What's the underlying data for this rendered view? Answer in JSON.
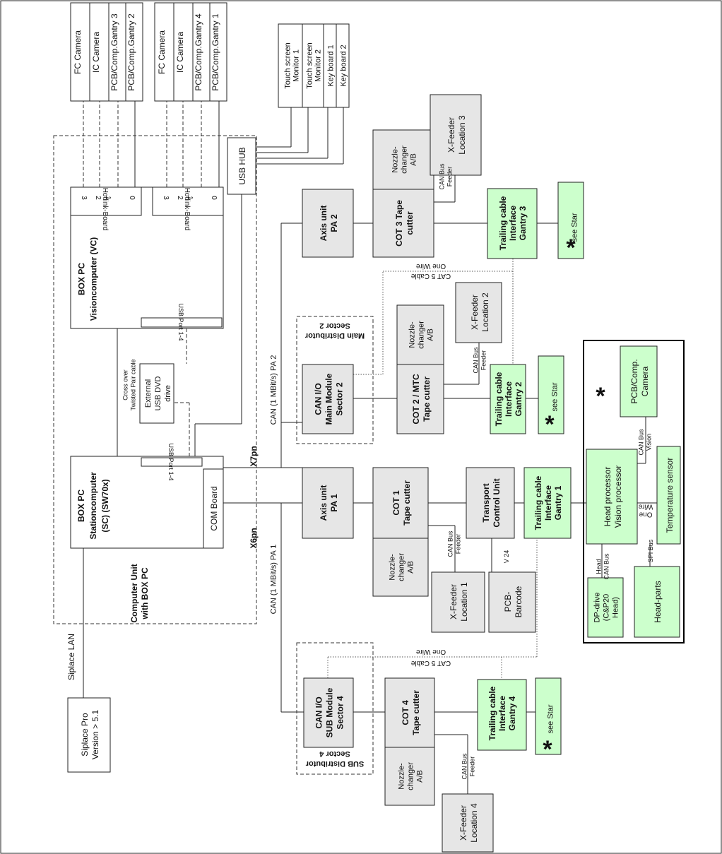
{
  "siplace_pro": [
    "Siplace Pro",
    "Version > 5.1"
  ],
  "siplace_lan": "Siplace LAN",
  "computer_unit": [
    "Computer Unit",
    "with BOX PC"
  ],
  "box_pc_sc": [
    "BOX PC",
    "Stationcomputer",
    "(SC) (SW70x)"
  ],
  "com_board": "COM Board",
  "usb_port": "USB Port 1-4",
  "box_pc_vc": [
    "BOX PC",
    "Visioncomputer (VC)"
  ],
  "hotlink_board": "Hotlink-Board",
  "hotlink_ports_top": [
    "3",
    "2",
    "1"
  ],
  "hotlink_ports_bottom": "0",
  "cameras_g3": [
    "FC Camera",
    "IC Camera",
    "PCB/Comp.Gantry 3",
    "PCB/Comp.Gantry 2"
  ],
  "cameras_g4": [
    "FC Camera",
    "IC Camera",
    "PCB/Comp.Gantry 4",
    "PCB/Comp.Gantry 1"
  ],
  "usb_hub": "USB HUB",
  "monitors": [
    "Touch screen",
    "Monitor 1",
    "Touch screen",
    "Monitor 2",
    "Key board 1",
    "Key board 2"
  ],
  "dvd": [
    "External",
    "USB DVD",
    "drive"
  ],
  "crossover": [
    "Cross over",
    "Twisted Pair cable"
  ],
  "x7pn": "X7pn",
  "x6pn": "X6pn",
  "can_pa2": "CAN (1 MBit/s) PA 2",
  "can_pa1": "CAN (1 MBit/s) PA 1",
  "axis_pa2": [
    "Axis unit",
    "PA 2"
  ],
  "axis_pa1": [
    "Axis unit",
    "PA 1"
  ],
  "cot3": [
    "COT 3  Tape",
    "cutter"
  ],
  "nozzle": [
    "Nozzle-",
    "changer",
    "A/B"
  ],
  "xfeeder3": [
    "X-Feeder",
    "Location 3"
  ],
  "xfeeder2": [
    "X-Feeder",
    "Location 2"
  ],
  "xfeeder1": [
    "X-Feeder",
    "Location 1"
  ],
  "xfeeder4": [
    "X-Feeder",
    "Location 4"
  ],
  "feeder_can_bus": [
    "CAN Bus",
    "Feeder"
  ],
  "trailing3": [
    "Trailing cable",
    "Interface",
    "Gantry 3"
  ],
  "trailing2": [
    "Trailing cable",
    "Interface",
    "Gantry 2"
  ],
  "trailing1": [
    "Trailing cable",
    "Interface",
    "Gantry 1"
  ],
  "trailing4": [
    "Trailing cable",
    "Interface",
    "Gantry 4"
  ],
  "see_star": "see Star",
  "star": "*",
  "one_wire": "One Wire",
  "cat5": "CAT 5 Cable",
  "main_dist": [
    "Main Distributor",
    "Sector 2"
  ],
  "sub_dist": [
    "SUB Distributor",
    "Sector 4"
  ],
  "can_io_main": [
    "CAN I/O",
    "Main Module",
    "Sector 2"
  ],
  "can_io_sub": [
    "CAN I/O",
    "SUB Module",
    "Sector 4"
  ],
  "cot2": [
    "COT 2 / MTC",
    "Tape cutter"
  ],
  "cot1": [
    "COT 1",
    "Tape cutter"
  ],
  "cot4": [
    "COT 4",
    "Tape cutter"
  ],
  "transport": [
    "Transport",
    "Control Unit"
  ],
  "v24": "V 24",
  "pcb_barcode": [
    "PCB-",
    "Barcode"
  ],
  "head_processor": [
    "Head processor",
    "Vision processor"
  ],
  "pcb_camera": [
    "PCB/Comp.",
    "Camera"
  ],
  "can_bus_vision": [
    "CAN Bus",
    "Vision"
  ],
  "temp_sensor": "Temperature sensor",
  "one_wire_head": [
    "One",
    "Wire"
  ],
  "head_can_bus": [
    "Head",
    "CAN Bus"
  ],
  "spi_bus": "SPI Bus",
  "dp_drive": [
    "DP-drive",
    "(C&P20",
    "Head)"
  ],
  "head_parts": "Head-parts"
}
